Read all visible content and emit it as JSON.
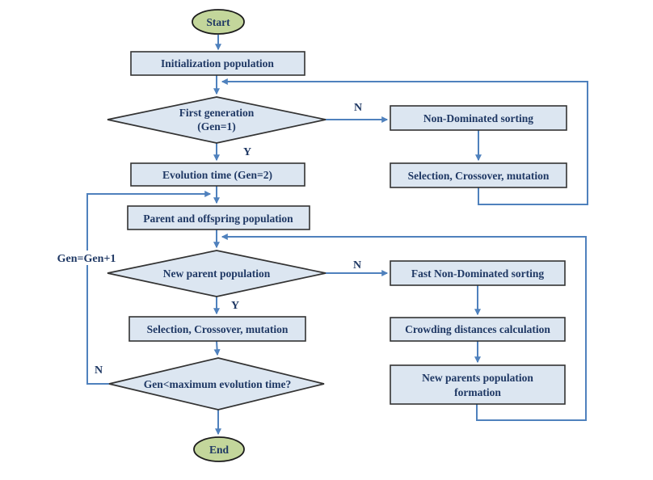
{
  "colors": {
    "process-fill": "#dce6f1",
    "shape-border": "#333333",
    "terminal-fill": "#c3d69b",
    "arrow": "#4f81bd",
    "text": "#1f3864"
  },
  "nodes": {
    "start": {
      "label": "Start"
    },
    "init": {
      "label": "Initialization population"
    },
    "first_gen": {
      "line1": "First generation",
      "line2": "(Gen=1)"
    },
    "nds": {
      "label": "Non-Dominated sorting"
    },
    "scm1": {
      "label": "Selection, Crossover, mutation"
    },
    "evo": {
      "label": "Evolution time (Gen=2)"
    },
    "parent": {
      "label": "Parent and offspring population"
    },
    "new_parent": {
      "label": "New parent population"
    },
    "fnds": {
      "label": "Fast Non-Dominated sorting"
    },
    "crowding": {
      "label": "Crowding distances calculation"
    },
    "formation": {
      "line1": "New parents population",
      "line2": "formation"
    },
    "scm2": {
      "label": "Selection, Crossover, mutation"
    },
    "max_evo": {
      "label": "Gen<maximum evolution time?"
    },
    "end": {
      "label": "End"
    }
  },
  "labels": {
    "first_gen_n": "N",
    "first_gen_y": "Y",
    "new_parent_n": "N",
    "new_parent_y": "Y",
    "max_evo_n": "N",
    "gen_increment": "Gen=Gen+1"
  }
}
